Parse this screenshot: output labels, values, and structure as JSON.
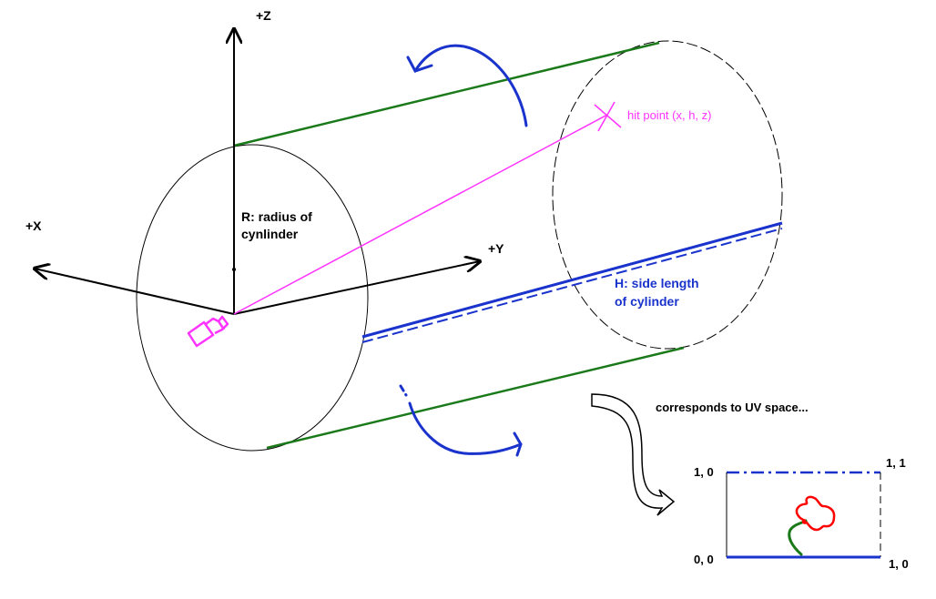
{
  "axes": {
    "z_label": "+Z",
    "x_label": "+X",
    "y_label": "+Y"
  },
  "labels": {
    "radius_line1": "R: radius of",
    "radius_line2": "cynlinder",
    "hit_point": "hit point (x, h, z)",
    "side_line1": "H: side length",
    "side_line2": "of cylinder",
    "uv_caption": "corresponds to UV space..."
  },
  "uv_space": {
    "top_left": "1, 0",
    "top_right": "1, 1",
    "bottom_left": "0, 0",
    "bottom_right": "1, 0"
  },
  "colors": {
    "axis": "#000000",
    "cylinder_edge": "#1a7a1a",
    "rotation_arrow": "#1a33cc",
    "hit_ray": "#ff33ff",
    "side_length": "#1a33cc",
    "flower_petal": "#ff0000",
    "flower_stem": "#1a7a1a"
  }
}
